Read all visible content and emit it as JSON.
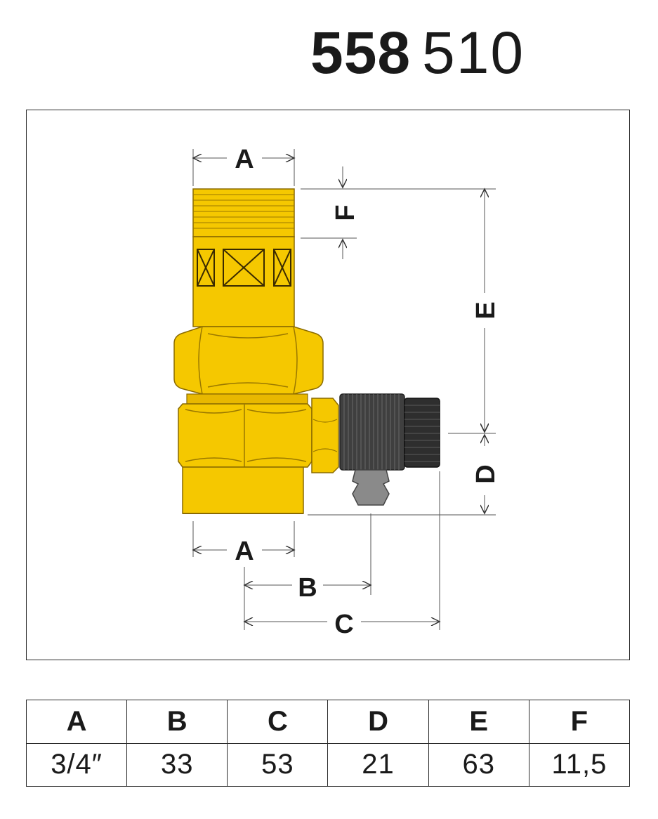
{
  "header": {
    "code_bold": "558",
    "code_light": "510"
  },
  "drawing": {
    "labels": {
      "a_top": "A",
      "a_bottom": "A",
      "b": "B",
      "c": "C",
      "d": "D",
      "e": "E",
      "f": "F"
    },
    "colors": {
      "brass": "#f5c800",
      "brass_dark": "#d8a800",
      "cap_dark": "#3a3a3a",
      "nozzle_grey": "#8a8a8a"
    }
  },
  "table": {
    "headers": [
      "A",
      "B",
      "C",
      "D",
      "E",
      "F"
    ],
    "values": [
      "3/4″",
      "33",
      "53",
      "21",
      "63",
      "11,5"
    ]
  }
}
